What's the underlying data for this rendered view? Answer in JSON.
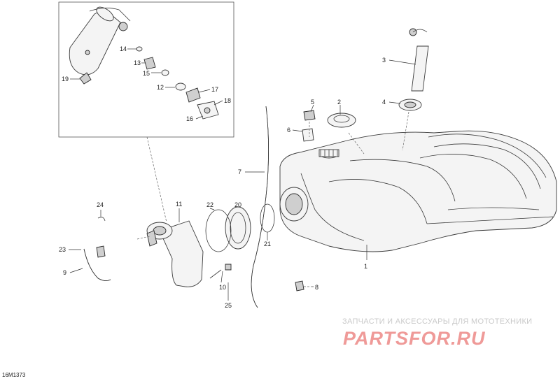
{
  "diagram": {
    "id": "16M1373",
    "callouts": [
      "1",
      "2",
      "3",
      "4",
      "5",
      "6",
      "7",
      "8",
      "9",
      "10",
      "11",
      "12",
      "13",
      "14",
      "15",
      "16",
      "17",
      "18",
      "19",
      "20",
      "21",
      "22",
      "23",
      "24",
      "25"
    ]
  },
  "watermark": {
    "tagline": "ЗАПЧАСТИ И АКСЕССУАРЫ ДЛЯ МОТОТЕХНИКИ",
    "brand": "PARTSFOR.RU",
    "color": "#ef9a98"
  }
}
